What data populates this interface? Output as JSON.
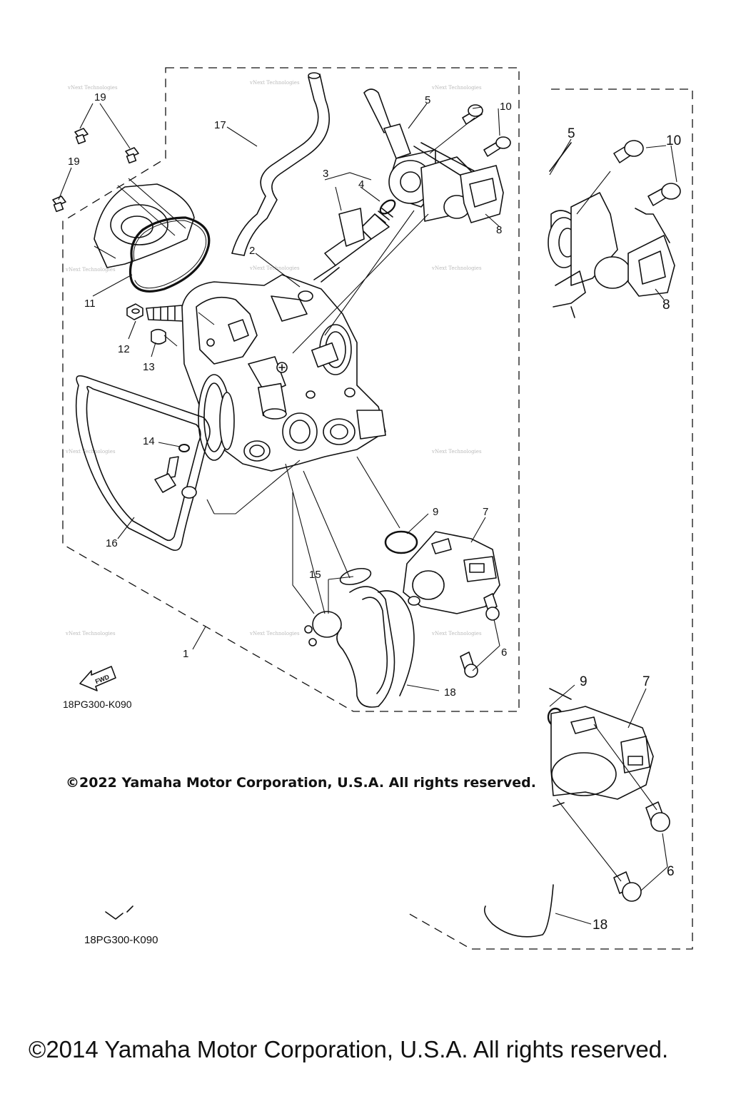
{
  "diagram_code": "18PG300-K090",
  "fwd_label": "FWD",
  "watermark": "vNext Technologies",
  "copyright_2022": "©2022 Yamaha Motor Corporation, U.S.A. All rights reserved.",
  "copyright_2014": "©2014 Yamaha Motor Corporation, U.S.A. All rights reserved.",
  "callouts": {
    "c1": "1",
    "c2": "2",
    "c3": "3",
    "c4": "4",
    "c5": "5",
    "c6": "6",
    "c7": "7",
    "c8": "8",
    "c9": "9",
    "c10": "10",
    "c11": "11",
    "c12": "12",
    "c13": "13",
    "c14": "14",
    "c15": "15",
    "c16": "16",
    "c17": "17",
    "c18": "18",
    "c19": "19"
  }
}
